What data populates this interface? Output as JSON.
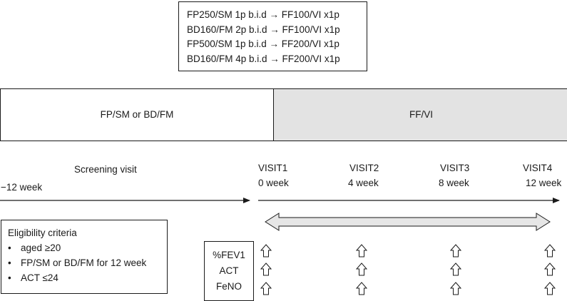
{
  "switch_box": {
    "lines": [
      "FP250/SM 1p b.i.d  →  FF100/VI x1p",
      "BD160/FM 2p b.i.d  →  FF100/VI x1p",
      "FP500/SM 1p b.i.d  →  FF200/VI x1p",
      "BD160/FM 4p b.i.d  →  FF200/VI x1p"
    ]
  },
  "phases": {
    "run_in": "FP/SM or BD/FM",
    "treatment": "FF/VI"
  },
  "screening": {
    "label": "Screening visit",
    "week": "−12 week"
  },
  "visits": [
    {
      "name": "VISIT1",
      "week": "0 week"
    },
    {
      "name": "VISIT2",
      "week": "4 week"
    },
    {
      "name": "VISIT3",
      "week": "8 week"
    },
    {
      "name": "VISIT4",
      "week": "12 week"
    }
  ],
  "eligibility": {
    "title": "Eligibility criteria",
    "bullet": "•",
    "items": [
      "aged ≥20",
      "FP/SM or BD/FM for 12 week",
      "ACT ≤24"
    ]
  },
  "measures": [
    "%FEV1",
    "ACT",
    "FeNO"
  ],
  "colors": {
    "line": "#1a1a1a",
    "treatment_fill": "#e3e3e3",
    "double_arrow_fill": "#e6e6e6",
    "up_arrow_fill": "#ffffff"
  }
}
